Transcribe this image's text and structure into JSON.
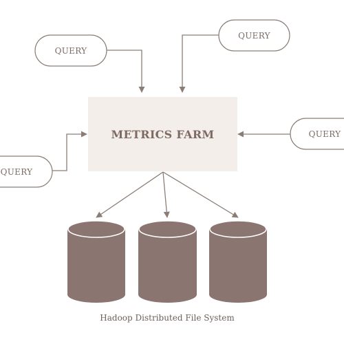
{
  "diagram": {
    "hub": {
      "label": "METRICS FARM"
    },
    "queries": [
      {
        "label": "QUERY"
      },
      {
        "label": "QUERY"
      },
      {
        "label": "QUERY"
      },
      {
        "label": "QUERY"
      }
    ],
    "storage": {
      "caption": "Hadoop Distributed File System",
      "cylinders": 3
    }
  },
  "colors": {
    "hub_fill": "#f4eeea",
    "cylinder": "#8a7570",
    "line": "#8a7d76",
    "text": "#7a6b63"
  }
}
